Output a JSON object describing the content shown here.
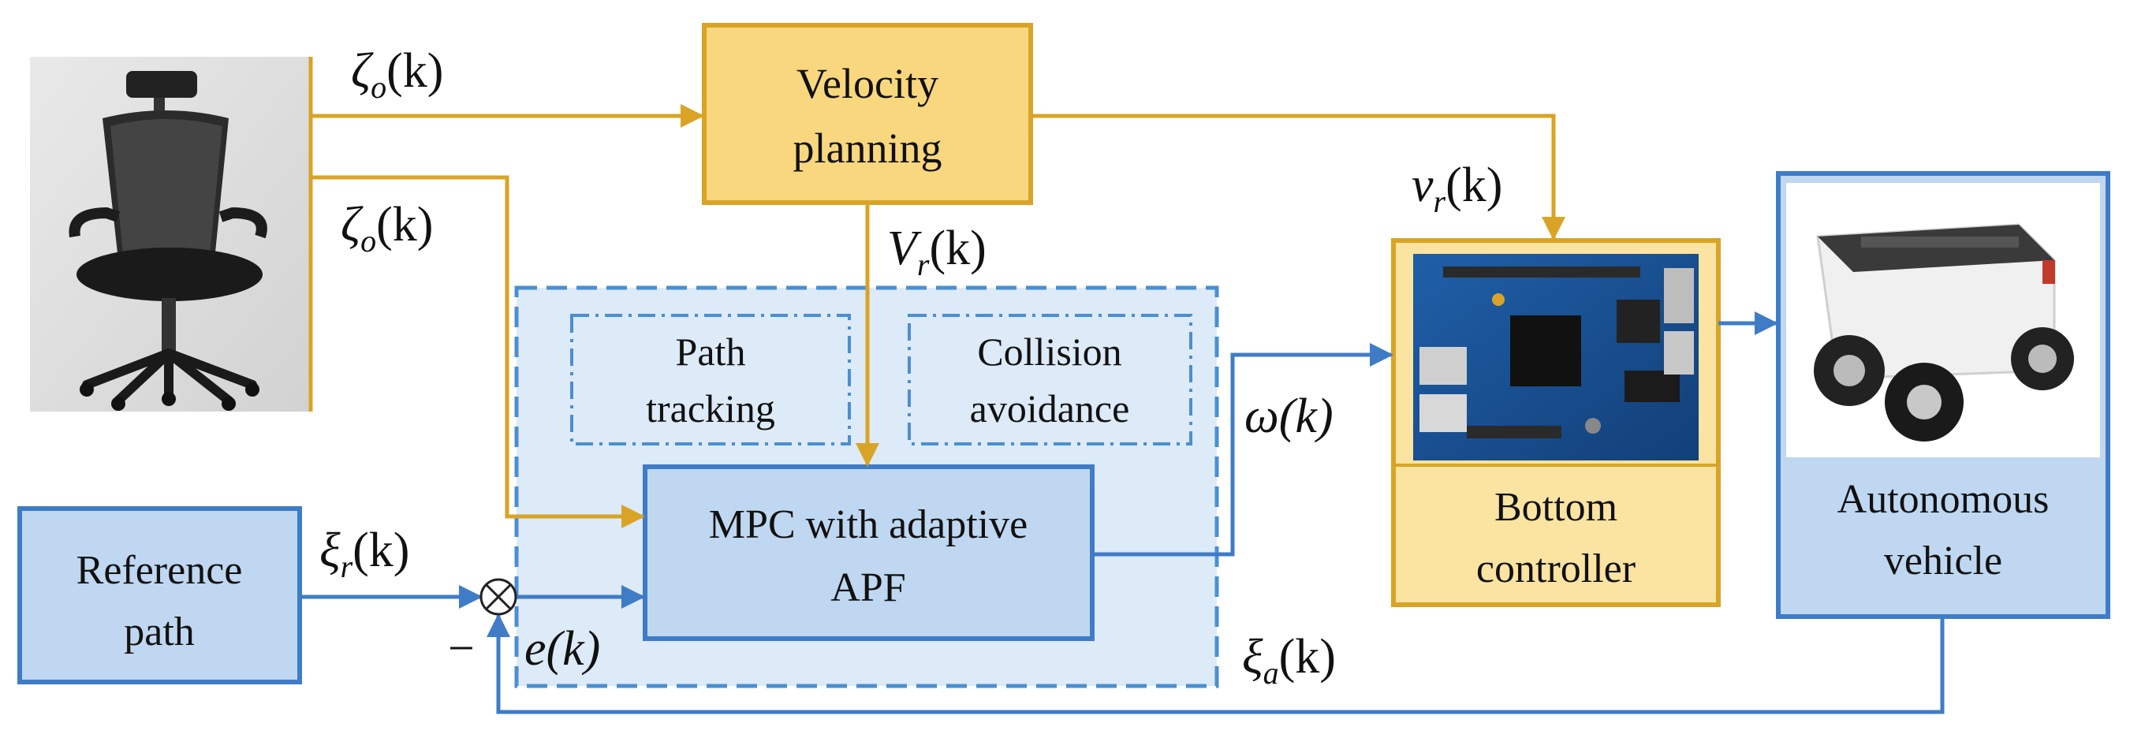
{
  "colors": {
    "gold": "#D9A426",
    "gold_fill": "#F8D77E",
    "gold_box_fill": "#FBE3A1",
    "blue": "#3F7CC7",
    "blue_fill": "#BFD7F0",
    "blue_light": "#DDEAF7",
    "blue_dash": "#4A8FD1"
  },
  "blocks": {
    "velocity_planning": {
      "line1": "Velocity",
      "line2": "planning"
    },
    "path_tracking": {
      "line1": "Path",
      "line2": "tracking"
    },
    "collision_avoidance": {
      "line1": "Collision",
      "line2": "avoidance"
    },
    "mpc": {
      "line1": "MPC with adaptive",
      "line2": "APF"
    },
    "reference_path": {
      "line1": "Reference",
      "line2": "path"
    },
    "bottom_controller": {
      "line1": "Bottom",
      "line2": "controller"
    },
    "autonomous_vehicle": {
      "line1": "Autonomous",
      "line2": "vehicle"
    }
  },
  "signals": {
    "zeta_o_top": {
      "sym": "ζ",
      "sub": "o",
      "arg": "(k)"
    },
    "zeta_o_mid": {
      "sym": "ζ",
      "sub": "o",
      "arg": "(k)"
    },
    "V_r": {
      "sym": "V",
      "sub": "r",
      "arg": "(k)"
    },
    "v_r": {
      "sym": "v",
      "sub": "r",
      "arg": "(k)"
    },
    "omega": {
      "sym": "ω(k)"
    },
    "xi_r": {
      "sym": "ξ",
      "sub": "r",
      "arg": "(k)"
    },
    "e": {
      "sym": "e(k)"
    },
    "xi_a": {
      "sym": "ξ",
      "sub": "a",
      "arg": "(k)"
    },
    "minus": "−"
  },
  "images": {
    "obstacle": "office-chair",
    "controller_board": "circuit-board",
    "vehicle": "autonomous-robot-vehicle"
  }
}
